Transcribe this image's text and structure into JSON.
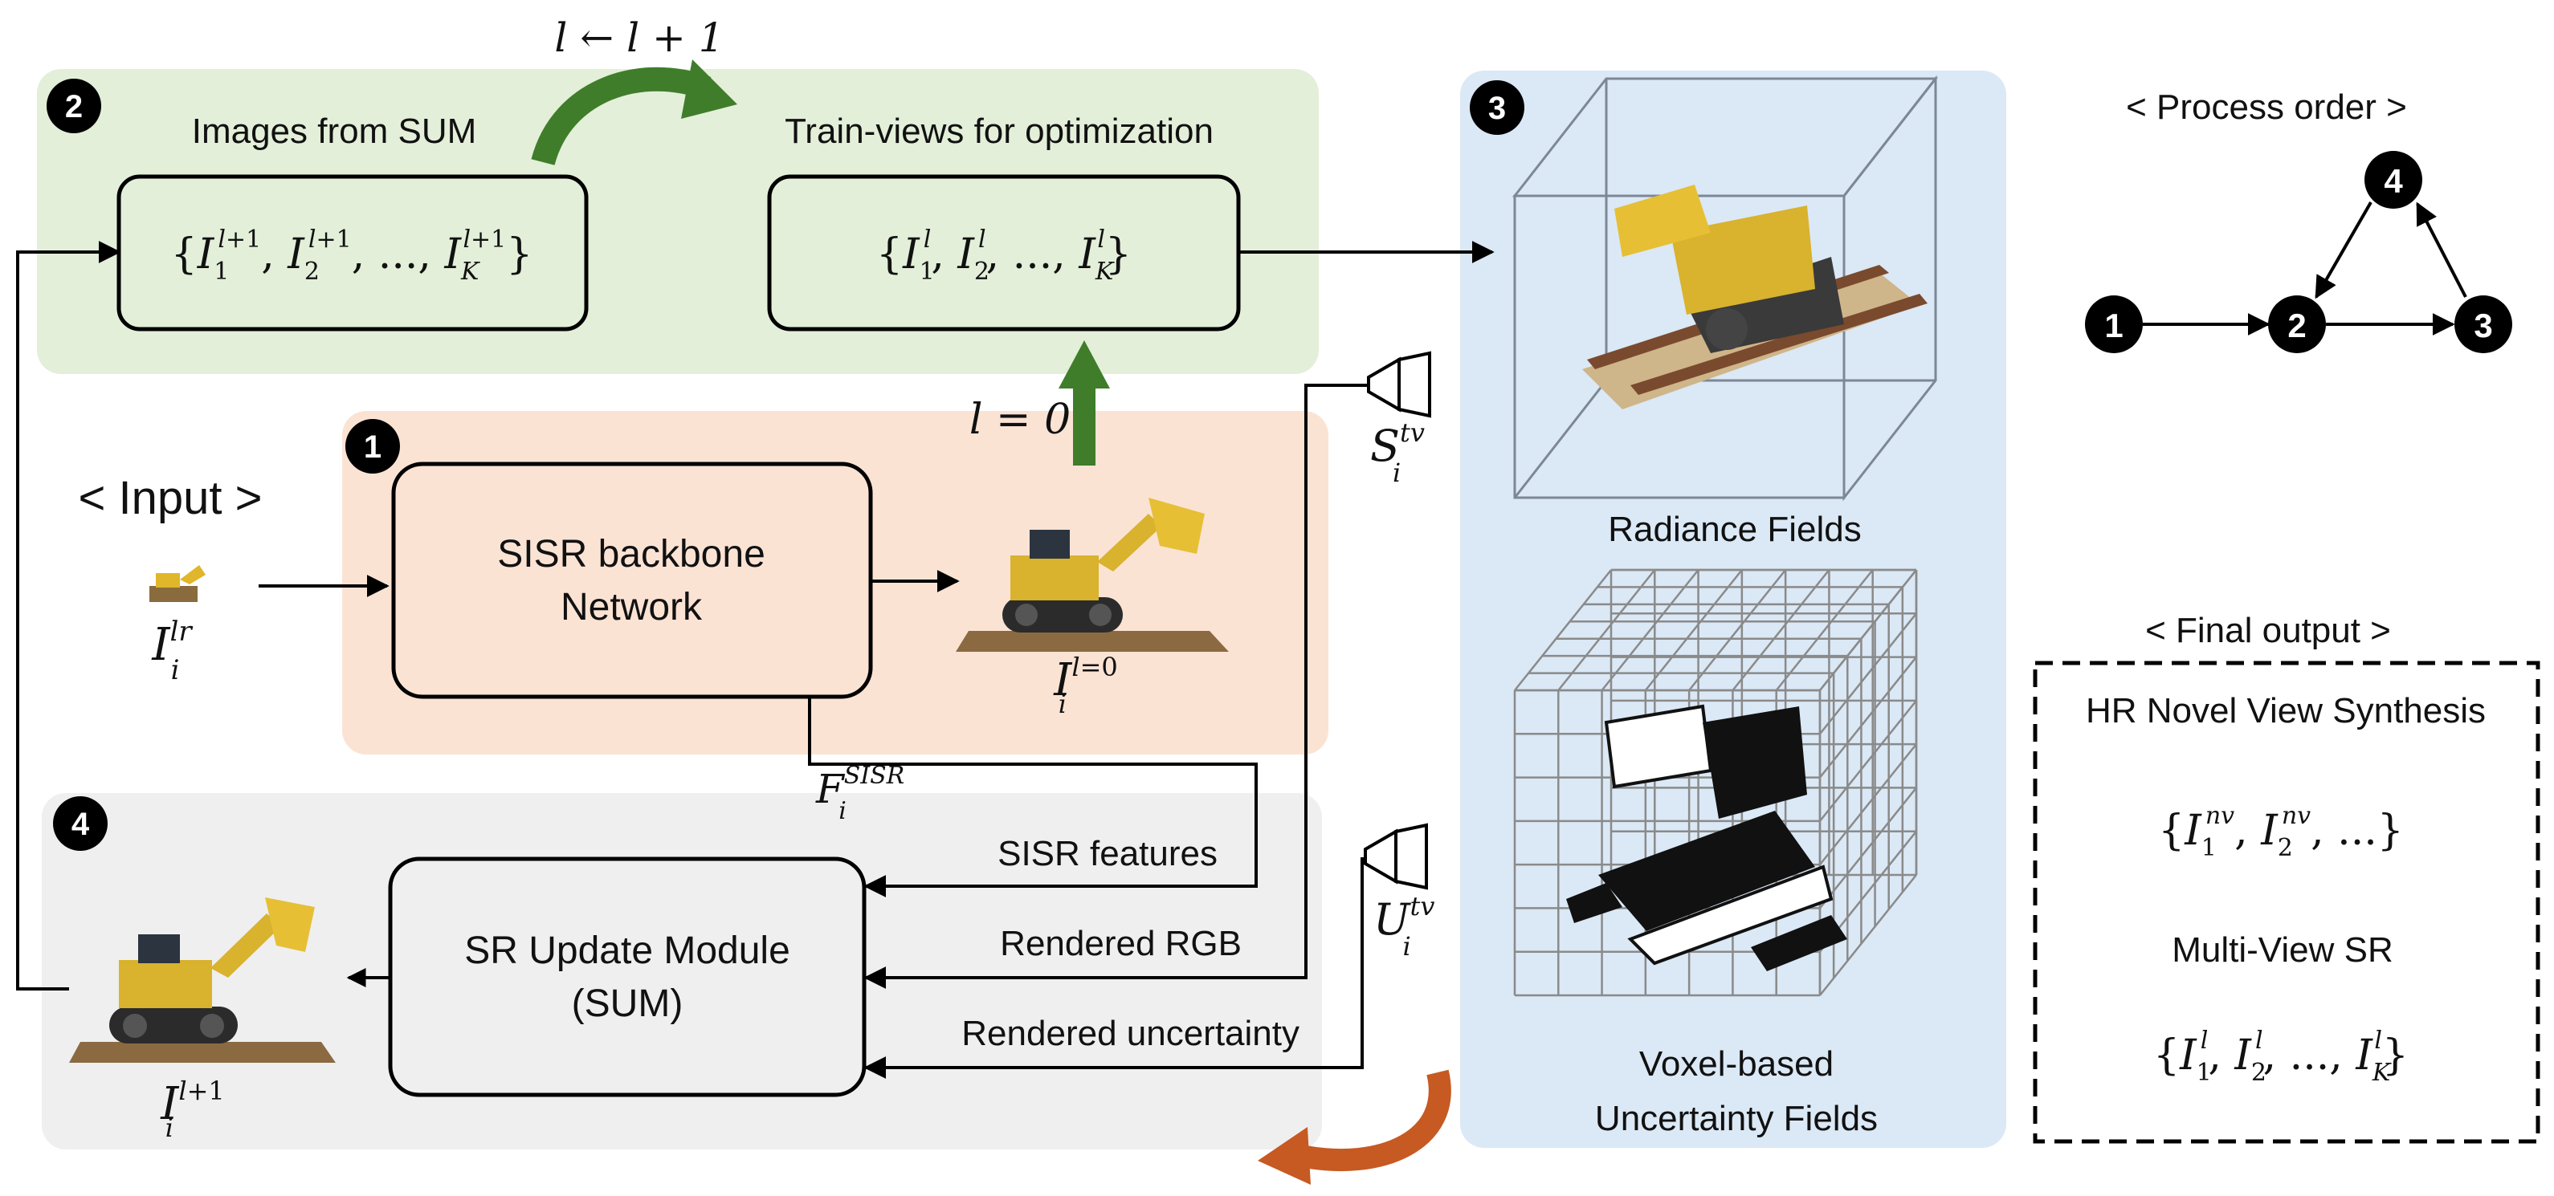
{
  "panels": {
    "input_label": "< Input >",
    "process_order_label": "< Process order >",
    "final_output_label": "< Final output >"
  },
  "stage2": {
    "badge": "2",
    "images_from_sum_label": "Images from SUM",
    "train_views_label": "Train-views for optimization",
    "update_rule": "l ← l + 1"
  },
  "stage1": {
    "badge": "1",
    "backbone_label_line1": "SISR backbone",
    "backbone_label_line2": "Network",
    "init_rule": "l = 0"
  },
  "stage3": {
    "badge": "3",
    "radiance_label": "Radiance Fields",
    "uncertainty_label_line1": "Voxel-based",
    "uncertainty_label_line2": "Uncertainty Fields"
  },
  "stage4": {
    "badge": "4",
    "sum_label_line1": "SR Update Module",
    "sum_label_line2": "(SUM)",
    "sisr_features": "SISR features",
    "rendered_rgb": "Rendered RGB",
    "rendered_uncertainty": "Rendered uncertainty"
  },
  "final_output": {
    "hr_nvs": "HR Novel View Synthesis",
    "multiview_sr": "Multi-View SR"
  },
  "process_order_nodes": [
    "1",
    "2",
    "3",
    "4"
  ],
  "colors": {
    "stage2_bg": "#e3efd9",
    "stage1_bg": "#fbe3d4",
    "stage3_bg": "#dbe8f5",
    "stage4_bg": "#efefef",
    "green_arrow": "#3f7d2a",
    "orange_arrow": "#c65a22"
  }
}
